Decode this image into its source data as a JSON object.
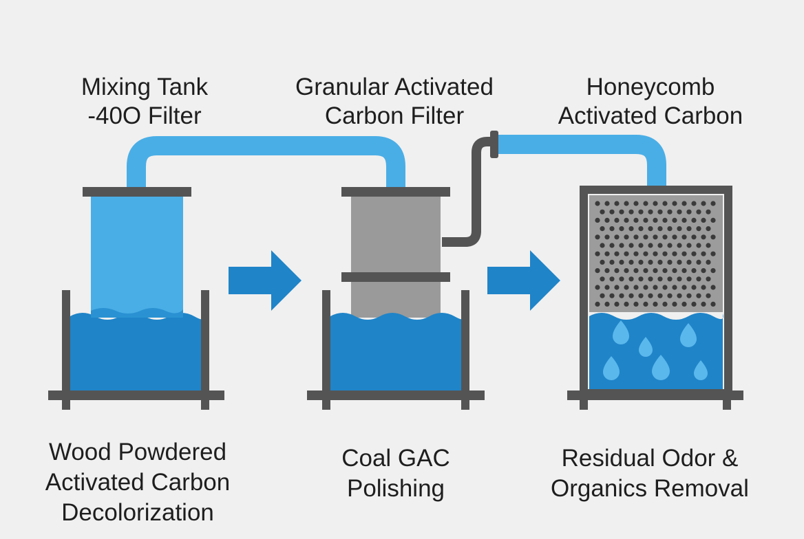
{
  "stages": [
    {
      "top_label": [
        "Mixing Tank",
        "-40O Filter"
      ],
      "bottom_label": [
        "Wood Powdered",
        "Activated Carbon",
        "Decolorization"
      ]
    },
    {
      "top_label": [
        "Granular Activated",
        "Carbon Filter"
      ],
      "bottom_label": [
        "Coal GAC",
        "Polishing"
      ]
    },
    {
      "top_label": [
        "Honeycomb",
        "Activated Carbon"
      ],
      "bottom_label": [
        "Residual Odor &",
        "Organics Removal"
      ]
    }
  ],
  "colors": {
    "background": "#f0f0f0",
    "pipe": "#4aaee6",
    "water": "#1f84c8",
    "water_top": "#2a92d2",
    "frame": "#545454",
    "gac_cartridge": "#9a9a9a",
    "arrow": "#1f84c8",
    "droplet": "#5bb8ec",
    "honeycomb_panel": "#9c9c9c",
    "honeycomb_hole": "#3a3a3a"
  },
  "icons": [
    "flow-arrow-icon",
    "water-droplet-icon"
  ]
}
